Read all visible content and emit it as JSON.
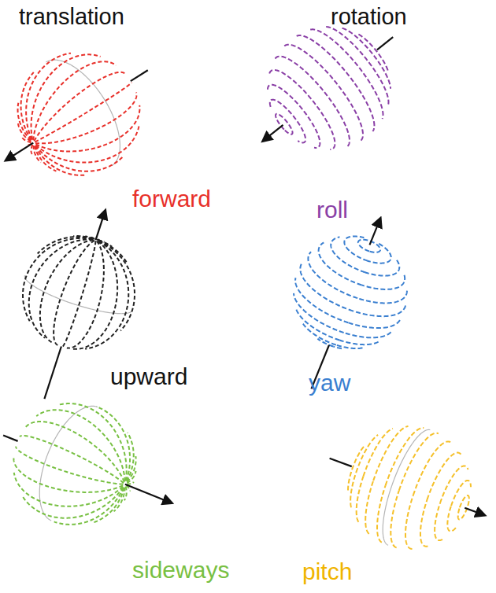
{
  "diagram": {
    "labels": [
      "translation",
      "rotation",
      "forward",
      "roll",
      "upward",
      "yaw",
      "sideways",
      "pitch"
    ]
  }
}
